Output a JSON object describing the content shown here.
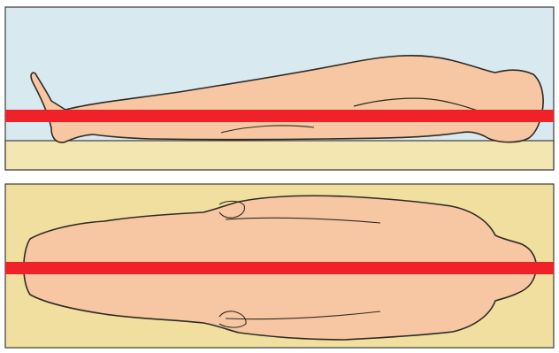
{
  "illustration": {
    "panels": [
      {
        "view": "side",
        "background_colors": [
          "#d8e9ef",
          "#efe3b7"
        ]
      },
      {
        "view": "top",
        "background_colors": [
          "#f0df9f"
        ]
      }
    ],
    "colors": {
      "skin": "#f6c7a2",
      "outline": "#2f2a24",
      "laser_line": "#ef2129",
      "platform": "#f4e6b0",
      "background_top": "#d9e9f0"
    },
    "icons": [
      "human-side-silhouette",
      "human-top-silhouette",
      "laser-line"
    ]
  }
}
